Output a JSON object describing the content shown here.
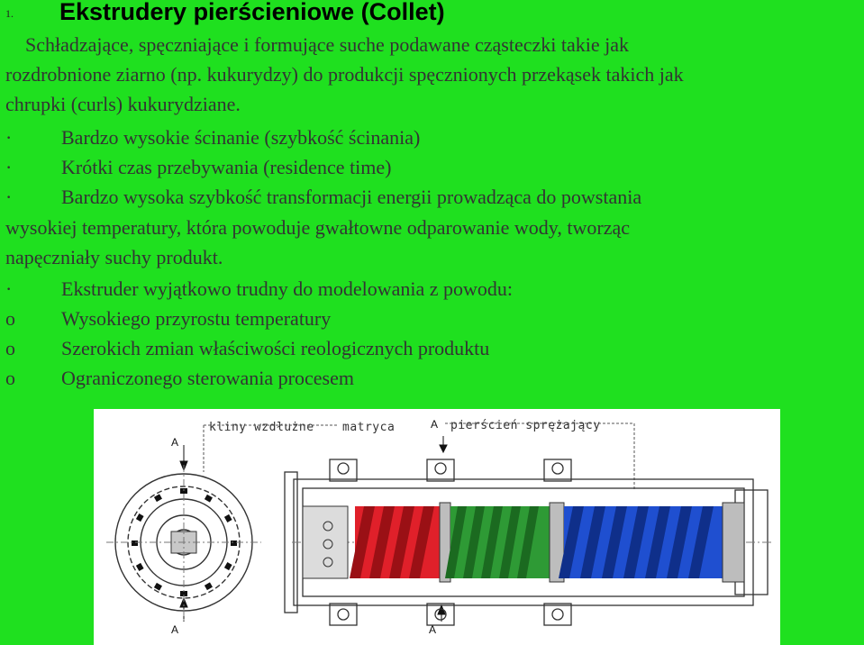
{
  "header": {
    "number": "1.",
    "title": "Ekstrudery pierścieniowe (Collet)"
  },
  "intro": {
    "line1": "Schładzające, spęczniające i formujące suche podawane cząsteczki takie jak",
    "line2": "rozdrobnione ziarno (np. kukurydzy) do produkcji spęcznionych przekąsek takich jak",
    "line3": "chrupki (curls) kukurydziane."
  },
  "bullets": [
    {
      "marker": "·",
      "text": "Bardzo wysokie ścinanie (szybkość ścinania)"
    },
    {
      "marker": "·",
      "text": "Krótki czas przebywania (residence time)"
    },
    {
      "marker": "·",
      "text": "Bardzo wysoka szybkość  transformacji energii prowadząca do powstania"
    }
  ],
  "continuation": {
    "line1": "wysokiej temperatury, która powoduje gwałtowne odparowanie wody, tworząc",
    "line2": "napęczniały suchy produkt."
  },
  "bullet4": {
    "marker": "·",
    "text": "Ekstruder wyjątkowo trudny do modelowania z powodu:"
  },
  "subitems": [
    {
      "marker": "o",
      "text": "Wysokiego przyrostu temperatury"
    },
    {
      "marker": "o",
      "text": "Szerokich zmian właściwości reologicznych produktu"
    },
    {
      "marker": "o",
      "text": "Ograniczonego sterowania procesem"
    }
  ],
  "diagram": {
    "label_wedges": "kliny wzdłużne",
    "label_die": "matryca",
    "label_ring": "pierścień sprężający",
    "section_marker": "A",
    "colors": {
      "red": "#e0202a",
      "green": "#2e9a35",
      "blue": "#1f4fd0",
      "grey": "#bdbdbd"
    }
  }
}
